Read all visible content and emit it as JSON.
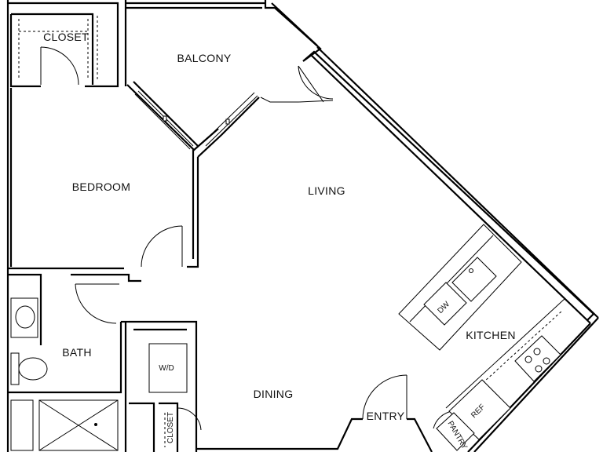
{
  "rooms": {
    "closet_top": "CLOSET",
    "balcony": "BALCONY",
    "bedroom": "BEDROOM",
    "living": "LIVING",
    "kitchen": "KITCHEN",
    "bath": "BATH",
    "dining": "DINING",
    "entry": "ENTRY",
    "closet_bottom": "CLOSET"
  },
  "fixtures": {
    "washer_dryer": "W/D",
    "dishwasher": "DW",
    "refrigerator": "REF",
    "pantry": "PANTRY"
  }
}
